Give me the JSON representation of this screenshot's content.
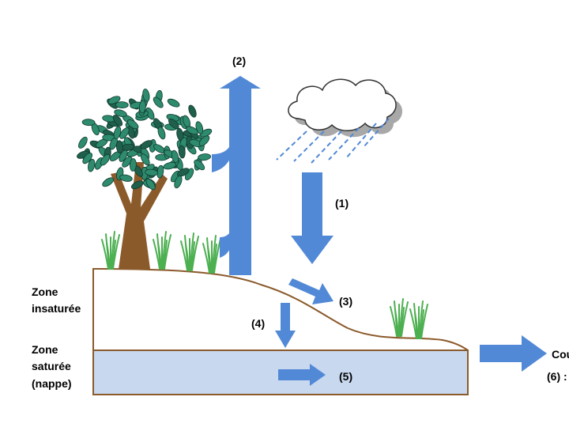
{
  "colors": {
    "arrow": "#5289d6",
    "soil_line": "#8b5a2b",
    "water_fill": "#c7d8ef",
    "leaf": "#2e8b6e",
    "leaf_dark": "#1f5f4b",
    "trunk": "#8b5a2b",
    "grass": "#4caf50",
    "rain": "#5289d6",
    "cloud_shadow": "#a8a8a8"
  },
  "labels": {
    "evapotranspiration": "(2)",
    "precipitation": "(1)",
    "runoff": "(3)",
    "infiltration": "(4)",
    "groundwater_flow": "(5)",
    "river_outflow": "(6) :",
    "river_text": "Cou"
  },
  "zones": {
    "unsaturated_line1": "Zone",
    "unsaturated_line2": "insaturée",
    "saturated_line1": "Zone",
    "saturated_line2": "saturée",
    "saturated_line3": "(nappe)"
  },
  "icons": [
    "tree-icon",
    "cloud-icon",
    "rain-icon",
    "grass-icon"
  ]
}
